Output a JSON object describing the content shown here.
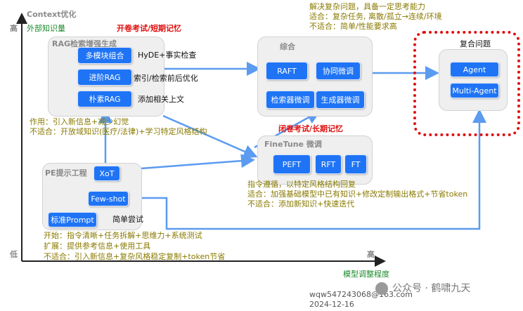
{
  "axes": {
    "y_title": "Context优化",
    "y_high": "高",
    "y_low": "低",
    "x_high": "高",
    "x_title": "模型调整程度"
  },
  "labels": {
    "external_knowledge": "外部知识量",
    "open_book": "开卷考试/短期记忆",
    "closed_book": "闭卷考试/长期记忆",
    "hyde": "HyDE+事实检查",
    "index": "索引/检索前后优化",
    "context": "添加相关上文",
    "simple": "简单尝试"
  },
  "groups": {
    "rag": "RAG检索增强生成",
    "combined": "综合",
    "finetune": "FineTune 微调",
    "pe": "PE提示工程",
    "complex": "复合问题"
  },
  "buttons": {
    "multi_module": "多模块组合",
    "advanced_rag": "进阶RAG",
    "naive_rag": "朴素RAG",
    "raft": "RAFT",
    "co_tune": "协同微调",
    "retriever_tune": "检索器微调",
    "generator_tune": "生成器微调",
    "peft": "PEFT",
    "rft": "RFT",
    "ft": "FT",
    "xot": "XoT",
    "few_shot": "Few-shot",
    "std_prompt": "标准Prompt",
    "agent": "Agent",
    "multi_agent": "Multi-Agent"
  },
  "notes": {
    "rag_note": [
      "作用：引入新信息+减少幻觉",
      "不适合：开放域知识(医疗/法律)+学习特定风格结构"
    ],
    "ft_note": [
      "指令遵循，以特定风格结构回复",
      "适合：加强基础模型中已有知识+修改定制输出格式+节省token",
      "不适合：添加新知识+快速迭代"
    ],
    "pe_note": [
      "开始：指令清晰+任务拆解+思维力+系统测试",
      "扩展：提供参考信息+使用工具",
      "不适合：引入新信息+复杂风格稳定复制+token节省"
    ],
    "complex_note": [
      "解决复杂问题，具备一定思考能力",
      "适合：复杂任务, 离散/孤立→连续/环境",
      "不适合：简单/性能要求高"
    ]
  },
  "watermark": {
    "email": "wqw547243068@163.com",
    "date": "2024-12-16",
    "brand": "公众号 · 鹤啸九天"
  },
  "colors": {
    "button": "#1f74f5",
    "arrow": "#5b9bf0",
    "highlight": "#e01010",
    "note": "#8a7a00",
    "green": "#1a8a2a"
  }
}
